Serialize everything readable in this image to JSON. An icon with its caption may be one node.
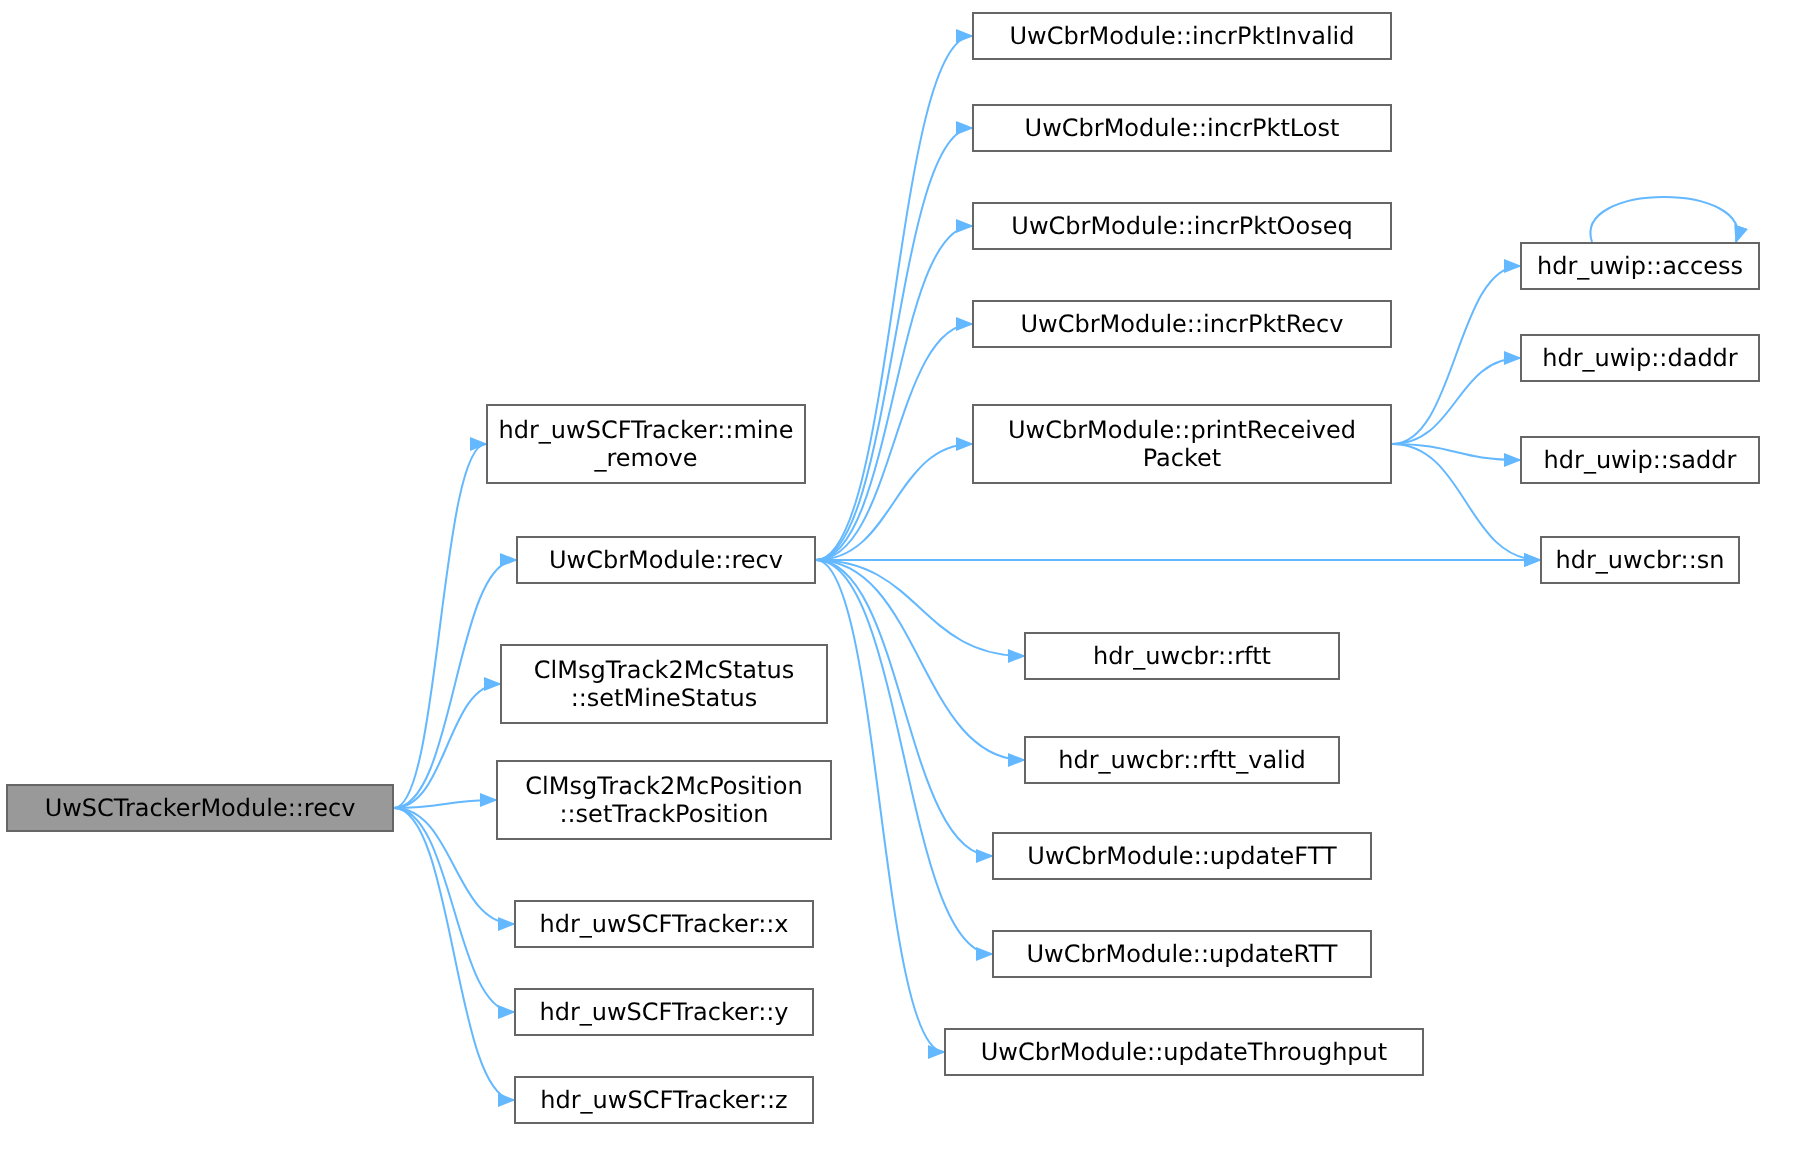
{
  "diagram": {
    "nodes": [
      {
        "text": [
          "UwSCTrackerModule::recv"
        ]
      },
      {
        "text": [
          "hdr_uwSCFTracker::mine _remove"
        ]
      },
      {
        "text": [
          "UwCbrModule::recv"
        ]
      },
      {
        "text": [
          "ClMsgTrack2McStatus ::setMineStatus"
        ]
      },
      {
        "text": [
          "ClMsgTrack2McPosition ::setTrackPosition"
        ]
      },
      {
        "text": [
          "hdr_uwSCFTracker::x"
        ]
      },
      {
        "text": [
          "hdr_uwSCFTracker::y"
        ]
      },
      {
        "text": [
          "hdr_uwSCFTracker::z"
        ]
      },
      {
        "text": [
          "UwCbrModule::incrPktInvalid"
        ]
      },
      {
        "text": [
          "UwCbrModule::incrPktLost"
        ]
      },
      {
        "text": [
          "UwCbrModule::incrPktOoseq"
        ]
      },
      {
        "text": [
          "UwCbrModule::incrPktRecv"
        ]
      },
      {
        "text": [
          "UwCbrModule::printReceived Packet"
        ]
      },
      {
        "text": [
          "hdr_uwcbr::rftt"
        ]
      },
      {
        "text": [
          "hdr_uwcbr::rftt_valid"
        ]
      },
      {
        "text": [
          "UwCbrModule::updateFTT"
        ]
      },
      {
        "text": [
          "UwCbrModule::updateRTT"
        ]
      },
      {
        "text": [
          "UwCbrModule::updateThroughput"
        ]
      },
      {
        "text": [
          "hdr_uwip::access"
        ]
      },
      {
        "text": [
          "hdr_uwip::daddr"
        ]
      },
      {
        "text": [
          "hdr_uwip::saddr"
        ]
      },
      {
        "text": [
          "hdr_uwcbr::sn"
        ]
      }
    ],
    "edges": [
      {
        "from": 0,
        "to": 1,
        "arrow": "to"
      },
      {
        "from": 0,
        "to": 2,
        "arrow": "to"
      },
      {
        "from": 0,
        "to": 3,
        "arrow": "to"
      },
      {
        "from": 0,
        "to": 4,
        "arrow": "to"
      },
      {
        "from": 0,
        "to": 5,
        "arrow": "to"
      },
      {
        "from": 0,
        "to": 6,
        "arrow": "to"
      },
      {
        "from": 0,
        "to": 7,
        "arrow": "to"
      },
      {
        "from": 2,
        "to": 8,
        "arrow": "to"
      },
      {
        "from": 2,
        "to": 9,
        "arrow": "to"
      },
      {
        "from": 2,
        "to": 10,
        "arrow": "to"
      },
      {
        "from": 2,
        "to": 11,
        "arrow": "to"
      },
      {
        "from": 2,
        "to": 12,
        "arrow": "to"
      },
      {
        "from": 2,
        "to": 21,
        "arrow": "to"
      },
      {
        "from": 2,
        "to": 13,
        "arrow": "to"
      },
      {
        "from": 2,
        "to": 14,
        "arrow": "to"
      },
      {
        "from": 2,
        "to": 15,
        "arrow": "to"
      },
      {
        "from": 2,
        "to": 16,
        "arrow": "to"
      },
      {
        "from": 2,
        "to": 17,
        "arrow": "to"
      },
      {
        "from": 12,
        "to": 18,
        "arrow": "to"
      },
      {
        "from": 12,
        "to": 19,
        "arrow": "to"
      },
      {
        "from": 12,
        "to": 20,
        "arrow": "to"
      },
      {
        "from": 12,
        "to": 21,
        "arrow": "to"
      },
      {
        "from": 18,
        "to": 18,
        "arrow": "to"
      }
    ]
  }
}
